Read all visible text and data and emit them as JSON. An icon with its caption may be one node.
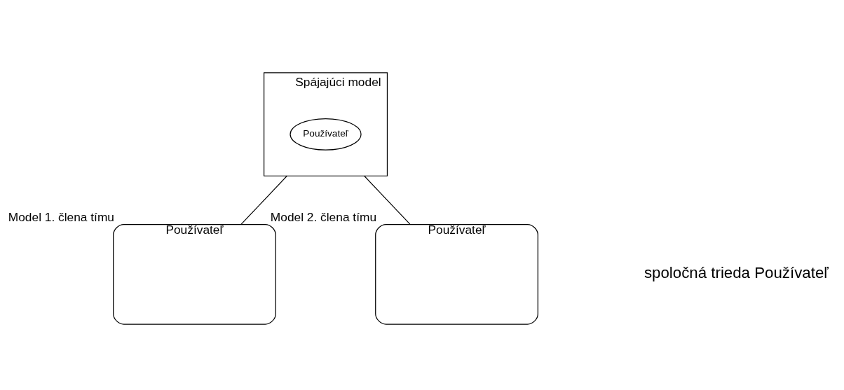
{
  "diagram": {
    "nodes": [
      {
        "text": [
          "Spájajúci model"
        ]
      },
      {
        "text": [
          "Používateľ"
        ],
        "in": 0
      },
      {
        "text": [
          "Používateľ"
        ],
        "beside": [
          "Model 1. člena tímu"
        ]
      },
      {
        "text": [
          "Používateľ"
        ],
        "beside": [
          "Model 2. člena tímu"
        ]
      }
    ],
    "edges": [
      {
        "from": 0,
        "to": 2,
        "arrow": "none"
      },
      {
        "from": 0,
        "to": 3,
        "arrow": "none"
      }
    ],
    "labels": [
      "spoločná trieda Používateľ"
    ]
  }
}
